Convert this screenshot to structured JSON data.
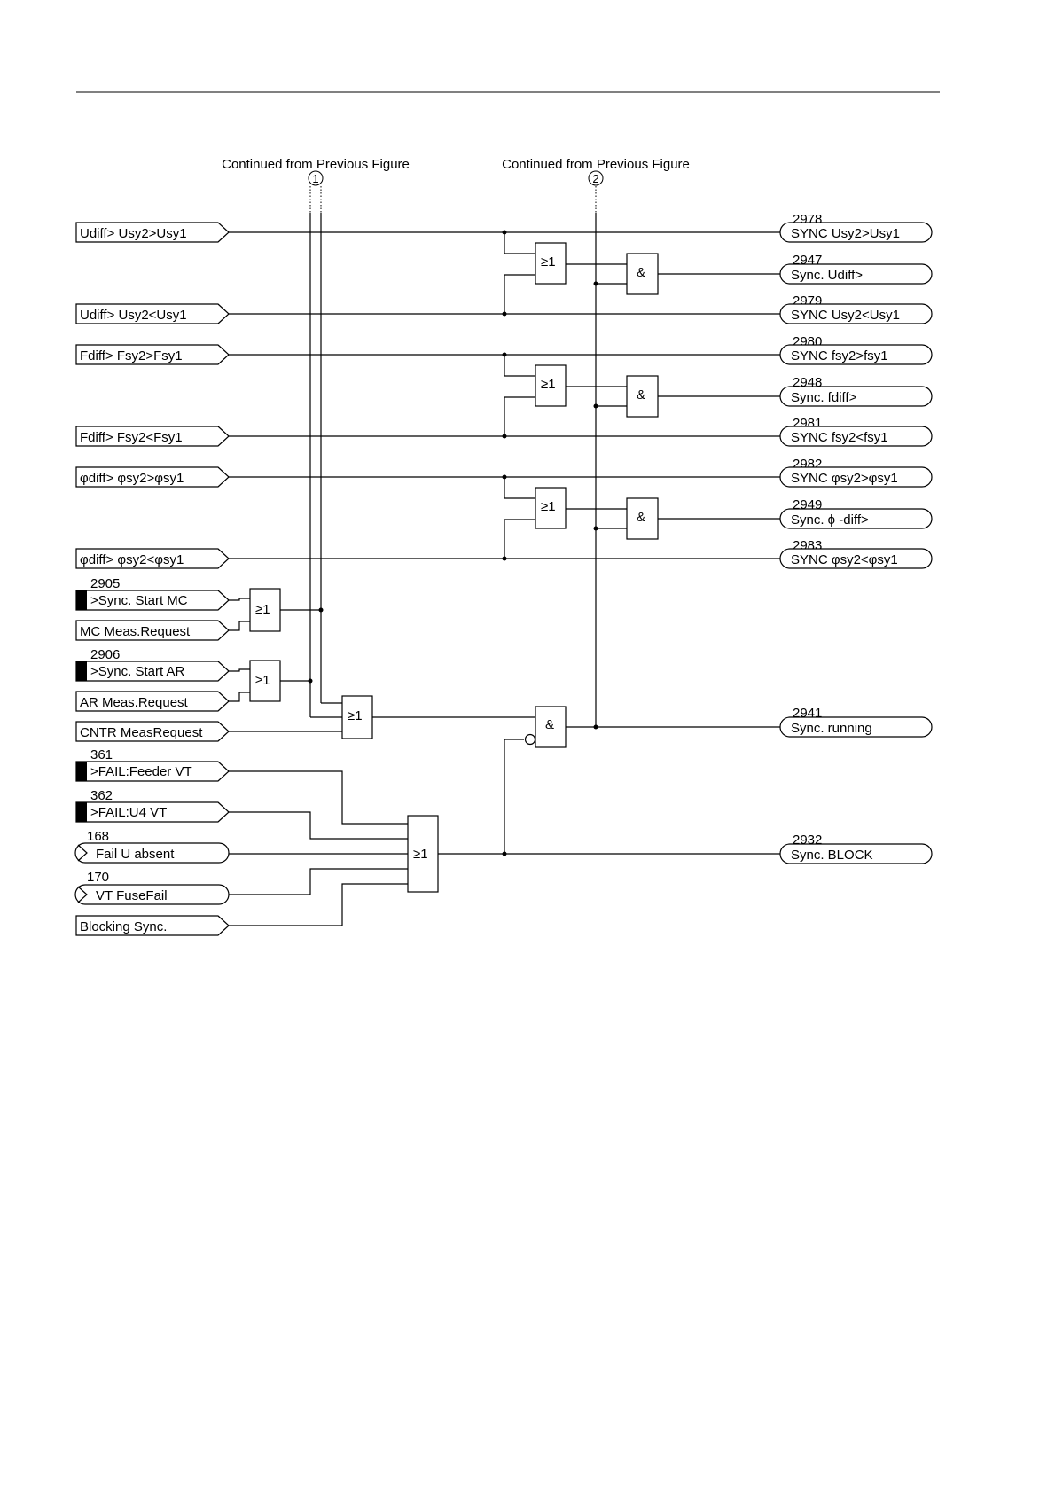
{
  "continued": [
    {
      "label": "Continued from Previous Figure",
      "marker": "1"
    },
    {
      "label": "Continued from Previous Figure",
      "marker": "2"
    }
  ],
  "inputs": [
    {
      "label": "Udiff> Usy2>Usy1"
    },
    {
      "label": "Udiff> Usy2<Usy1"
    },
    {
      "label": "Fdiff> Fsy2>Fsy1"
    },
    {
      "label": "Fdiff> Fsy2<Fsy1"
    },
    {
      "label": "φdiff> φsy2>φsy1"
    },
    {
      "label": "φdiff> φsy2<φsy1"
    },
    {
      "label": ">Sync. Start MC",
      "number": "2905"
    },
    {
      "label": "MC Meas.Request"
    },
    {
      "label": ">Sync. Start AR",
      "number": "2906"
    },
    {
      "label": "AR Meas.Request"
    },
    {
      "label": "CNTR MeasRequest"
    },
    {
      "label": ">FAIL:Feeder VT",
      "number": "361"
    },
    {
      "label": ">FAIL:U4 VT",
      "number": "362"
    },
    {
      "label": "Fail U absent",
      "number": "168"
    },
    {
      "label": "VT FuseFail",
      "number": "170"
    },
    {
      "label": "Blocking Sync."
    }
  ],
  "outputs": [
    {
      "number": "2978",
      "label": "SYNC Usy2>Usy1"
    },
    {
      "number": "2947",
      "label": "Sync. Udiff>"
    },
    {
      "number": "2979",
      "label": "SYNC Usy2<Usy1"
    },
    {
      "number": "2980",
      "label": "SYNC fsy2>fsy1"
    },
    {
      "number": "2948",
      "label": "Sync. fdiff>"
    },
    {
      "number": "2981",
      "label": "SYNC fsy2<fsy1"
    },
    {
      "number": "2982",
      "label": "SYNC φsy2>φsy1"
    },
    {
      "number": "2949",
      "label": "Sync. ϕ -diff>"
    },
    {
      "number": "2983",
      "label": "SYNC φsy2<φsy1"
    },
    {
      "number": "2941",
      "label": "Sync. running"
    },
    {
      "number": "2932",
      "label": "Sync. BLOCK"
    }
  ],
  "gates": {
    "or": "≥1",
    "and": "&"
  }
}
